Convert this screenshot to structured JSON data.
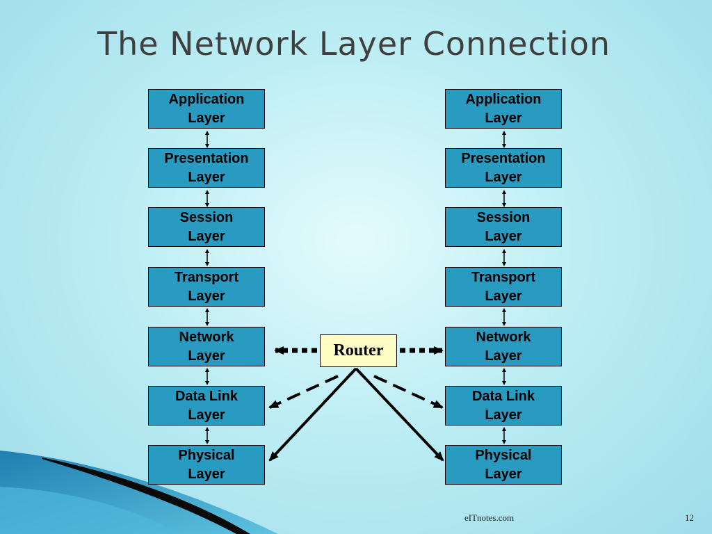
{
  "title": "The Network Layer Connection",
  "left_stack": [
    {
      "line1": "Application",
      "line2": "Layer"
    },
    {
      "line1": "Presentation",
      "line2": "Layer"
    },
    {
      "line1": "Session",
      "line2": "Layer"
    },
    {
      "line1": "Transport",
      "line2": "Layer"
    },
    {
      "line1": "Network",
      "line2": "Layer"
    },
    {
      "line1": "Data Link",
      "line2": "Layer"
    },
    {
      "line1": "Physical",
      "line2": "Layer"
    }
  ],
  "right_stack": [
    {
      "line1": "Application",
      "line2": "Layer"
    },
    {
      "line1": "Presentation",
      "line2": "Layer"
    },
    {
      "line1": "Session",
      "line2": "Layer"
    },
    {
      "line1": "Transport",
      "line2": "Layer"
    },
    {
      "line1": "Network",
      "line2": "Layer"
    },
    {
      "line1": "Data Link",
      "line2": "Layer"
    },
    {
      "line1": "Physical",
      "line2": "Layer"
    }
  ],
  "router_label": "Router",
  "footer": {
    "source": "eITnotes.com",
    "page_number": "12"
  },
  "colors": {
    "layer_fill": "#2a9bc0",
    "router_fill": "#fdfdc4",
    "title": "#3f3f3f"
  }
}
